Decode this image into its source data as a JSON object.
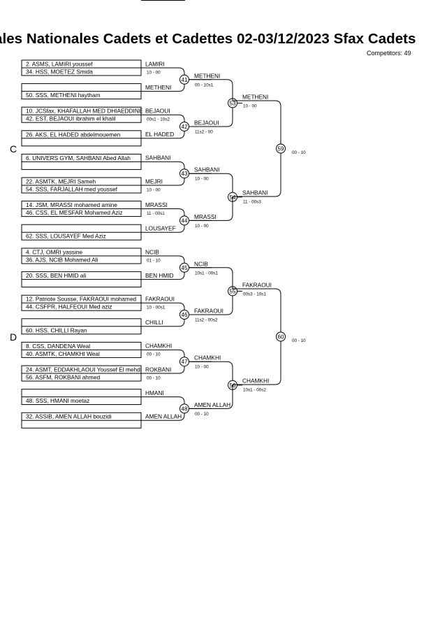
{
  "title": "ales Nationales Cadets et Cadettes  02-03/12/2023  Sfax   Cadets",
  "competitors": "Competitors: 49",
  "pools": [
    {
      "label": "C",
      "groups": [
        {
          "entries": [
            "2. ASMS, LAMIRI youssef",
            "34. HSS, MOETEZ Smida"
          ],
          "winner": "LAMIRI",
          "score": "10 - 00"
        },
        {
          "entries": [
            "",
            "50. SSS, METHENI haytham"
          ],
          "winner": "METHENI",
          "score": ""
        },
        {
          "entries": [
            "10. JCSfax, KHAFALLAH MED DHIAEDDINE",
            "42. EST, BEJAOUI ibrahim el khalil"
          ],
          "winner": "BEJAOUI",
          "score": "00s1 - 10s2"
        },
        {
          "entries": [
            "26. AKS, EL HADED abdelmouemen",
            ""
          ],
          "winner": "EL HADED",
          "score": ""
        },
        {
          "entries": [
            "6. UNIVERS GYM, SAHBANI Abed Allah",
            ""
          ],
          "winner": "SAHBANI",
          "score": ""
        },
        {
          "entries": [
            "22. ASMTK, MEJRI Sameh",
            "54. SSS, FARJALLAH med youssef"
          ],
          "winner": "MEJRI",
          "score": "10 - 00"
        },
        {
          "entries": [
            "14. JSM, MRASSI mohamed amine",
            "46. CSS, EL MESFAR Mohamed Aziz"
          ],
          "winner": "MRASSI",
          "score": "11 - 00s1"
        },
        {
          "entries": [
            "",
            "62. SSS, LOUSAYEF Med Aziz"
          ],
          "winner": "LOUSAYEF",
          "score": ""
        }
      ],
      "round2": [
        {
          "number": "41",
          "winner": "METHENI",
          "score": "00 - 10s1"
        },
        {
          "number": "42",
          "winner": "BEJAOUI",
          "score": "11s2 - 00"
        },
        {
          "number": "43",
          "winner": "SAHBANI",
          "score": "10 - 00"
        },
        {
          "number": "44",
          "winner": "MRASSI",
          "score": "10 - 00"
        }
      ],
      "round3": [
        {
          "number": "53",
          "winner": "METHENI",
          "score": "10 - 00"
        },
        {
          "number": "54",
          "winner": "SAHBANI",
          "score": "11 - 00s3"
        }
      ],
      "final": {
        "number": "59",
        "score": "00 - 10"
      }
    },
    {
      "label": "D",
      "groups": [
        {
          "entries": [
            "4. CTJ, OMRI yassine",
            "36. AJS, NCIB Mohamed Ali"
          ],
          "winner": "NCIB",
          "score": "01 - 10"
        },
        {
          "entries": [
            "20. SSS, BEN HMID ali",
            ""
          ],
          "winner": "BEN HMID",
          "score": ""
        },
        {
          "entries": [
            "12. Patriote Sousse, FAKRAOUI mohamed",
            "44. CSFPR, HALFEOUI Med aziz"
          ],
          "winner": "FAKRAOUI",
          "score": "10 - 00s1"
        },
        {
          "entries": [
            "",
            "60. HSS, CHILLI Rayan"
          ],
          "winner": "CHILLI",
          "score": ""
        },
        {
          "entries": [
            "8. CSS, DANDENA Weal",
            "40. ASMTK, CHAMKHI Weal"
          ],
          "winner": "CHAMKHI",
          "score": "00 - 10"
        },
        {
          "entries": [
            "24. ASMT, EDDAKHLAOUI Youssef El mehdi",
            "56. ASFM, ROKBANI ahmed"
          ],
          "winner": "ROKBANI",
          "score": "00 - 10"
        },
        {
          "entries": [
            "",
            "48. SSS, HMANI moetaz"
          ],
          "winner": "HMANI",
          "score": ""
        },
        {
          "entries": [
            "32. ASSIB, AMEN ALLAH bouzidi",
            ""
          ],
          "winner": "AMEN ALLAH",
          "score": ""
        }
      ],
      "round2": [
        {
          "number": "45",
          "winner": "NCIB",
          "score": "10s1 - 00s1"
        },
        {
          "number": "46",
          "winner": "FAKRAOUI",
          "score": "11s2 - 00s2"
        },
        {
          "number": "47",
          "winner": "CHAMKHI",
          "score": "10 - 00"
        },
        {
          "number": "48",
          "winner": "AMEN ALLAH",
          "score": "00 - 10"
        }
      ],
      "round3": [
        {
          "number": "55",
          "winner": "FAKRAOUI",
          "score": "00s3 - 10s1"
        },
        {
          "number": "56",
          "winner": "CHAMKHI",
          "score": "10s1 - 00s2"
        }
      ],
      "final": {
        "number": "60",
        "score": "00 - 10"
      }
    }
  ]
}
